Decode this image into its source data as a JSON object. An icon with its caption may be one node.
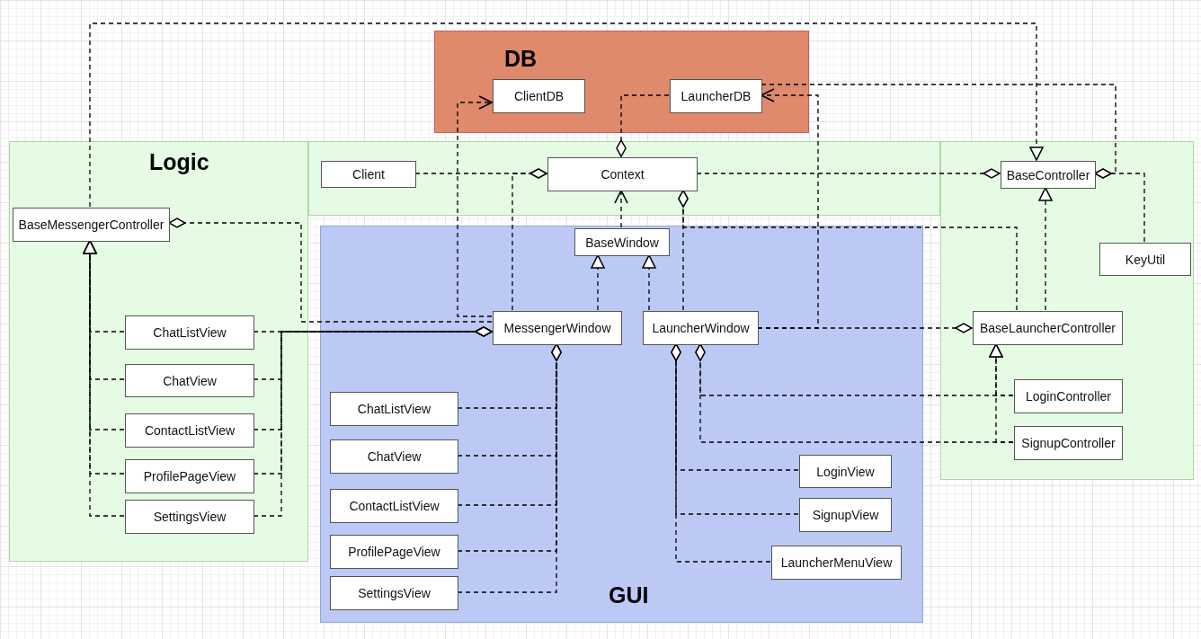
{
  "diagram": {
    "nodes": [
      {
        "text": [
          "DB"
        ]
      },
      {
        "text": [
          "ClientDB"
        ],
        "in": 0
      },
      {
        "text": [
          "LauncherDB"
        ],
        "in": 0
      },
      {
        "text": [
          "Logic"
        ]
      },
      {
        "text": [],
        "shape": "box"
      },
      {
        "text": [],
        "shape": "box"
      },
      {
        "text": [
          "Client"
        ],
        "in": 4
      },
      {
        "text": [
          "Context"
        ],
        "in": 4
      },
      {
        "text": [
          "BaseController"
        ],
        "in": 5
      },
      {
        "text": [
          "BaseMessengerController"
        ],
        "in": 3
      },
      {
        "text": [
          "KeyUtil"
        ],
        "in": 5
      },
      {
        "text": [
          "GUI"
        ]
      },
      {
        "text": [
          "BaseWindow"
        ],
        "in": 11
      },
      {
        "text": [
          "MessengerWindow"
        ],
        "in": 11
      },
      {
        "text": [
          "LauncherWindow"
        ],
        "in": 11
      },
      {
        "text": [
          "BaseLauncherController"
        ],
        "in": 5
      },
      {
        "text": [
          "ChatListView"
        ],
        "in": 3
      },
      {
        "text": [
          "ChatView"
        ],
        "in": 3
      },
      {
        "text": [
          "ContactListView"
        ],
        "in": 3
      },
      {
        "text": [
          "ProfilePageView"
        ],
        "in": 3
      },
      {
        "text": [
          "SettingsView"
        ],
        "in": 3
      },
      {
        "text": [
          "LoginController"
        ],
        "in": 5
      },
      {
        "text": [
          "SignupController"
        ],
        "in": 5
      },
      {
        "text": [
          "ChatListView"
        ],
        "in": 11
      },
      {
        "text": [
          "ChatView"
        ],
        "in": 11
      },
      {
        "text": [
          "ContactListView"
        ],
        "in": 11
      },
      {
        "text": [
          "ProfilePageView"
        ],
        "in": 11
      },
      {
        "text": [
          "SettingsView"
        ],
        "in": 11
      },
      {
        "text": [
          "LoginView"
        ],
        "in": 11
      },
      {
        "text": [
          "SignupView"
        ],
        "in": 11
      },
      {
        "text": [
          "LauncherMenuView"
        ],
        "in": 11
      }
    ],
    "edges": [
      {
        "from": 9,
        "to": 8,
        "arrow": "to"
      },
      {
        "from": 16,
        "to": 9,
        "arrow": "to"
      },
      {
        "from": 17,
        "to": 9,
        "arrow": "to"
      },
      {
        "from": 18,
        "to": 9,
        "arrow": "to"
      },
      {
        "from": 19,
        "to": 9,
        "arrow": "to"
      },
      {
        "from": 20,
        "to": 9,
        "arrow": "to"
      },
      {
        "from": 16,
        "to": 13,
        "arrow": "other"
      },
      {
        "from": 17,
        "to": 13,
        "arrow": "other"
      },
      {
        "from": 18,
        "to": 13,
        "arrow": "other"
      },
      {
        "from": 19,
        "to": 13,
        "arrow": "other"
      },
      {
        "from": 20,
        "to": 13,
        "arrow": "other"
      },
      {
        "from": 13,
        "to": 9,
        "arrow": "other"
      },
      {
        "from": 13,
        "to": 1,
        "arrow": "to"
      },
      {
        "from": 6,
        "to": 7,
        "arrow": "other"
      },
      {
        "from": 13,
        "to": 7,
        "arrow": "other"
      },
      {
        "from": 2,
        "to": 7,
        "arrow": "other"
      },
      {
        "from": 12,
        "to": 7,
        "arrow": "to"
      },
      {
        "from": 13,
        "to": 12,
        "arrow": "to"
      },
      {
        "from": 14,
        "to": 12,
        "arrow": "to"
      },
      {
        "from": 14,
        "to": 7,
        "arrow": "other"
      },
      {
        "from": 15,
        "to": 7,
        "arrow": "other"
      },
      {
        "from": 7,
        "to": 8,
        "arrow": "other"
      },
      {
        "from": 2,
        "to": 8,
        "arrow": "other"
      },
      {
        "from": 10,
        "to": 8,
        "arrow": "other"
      },
      {
        "from": 14,
        "to": 2,
        "arrow": "to"
      },
      {
        "from": 15,
        "to": 8,
        "arrow": "to"
      },
      {
        "from": 14,
        "to": 15,
        "arrow": "other"
      },
      {
        "from": 21,
        "to": 15,
        "arrow": "to"
      },
      {
        "from": 22,
        "to": 15,
        "arrow": "to"
      },
      {
        "from": 21,
        "to": 14,
        "arrow": "other"
      },
      {
        "from": 22,
        "to": 14,
        "arrow": "other"
      },
      {
        "from": 28,
        "to": 14,
        "arrow": "other"
      },
      {
        "from": 29,
        "to": 14,
        "arrow": "other"
      },
      {
        "from": 30,
        "to": 14,
        "arrow": "other"
      },
      {
        "from": 23,
        "to": 13,
        "arrow": "other"
      },
      {
        "from": 24,
        "to": 13,
        "arrow": "other"
      },
      {
        "from": 25,
        "to": 13,
        "arrow": "other"
      },
      {
        "from": 26,
        "to": 13,
        "arrow": "other"
      },
      {
        "from": 27,
        "to": 13,
        "arrow": "other"
      }
    ]
  }
}
